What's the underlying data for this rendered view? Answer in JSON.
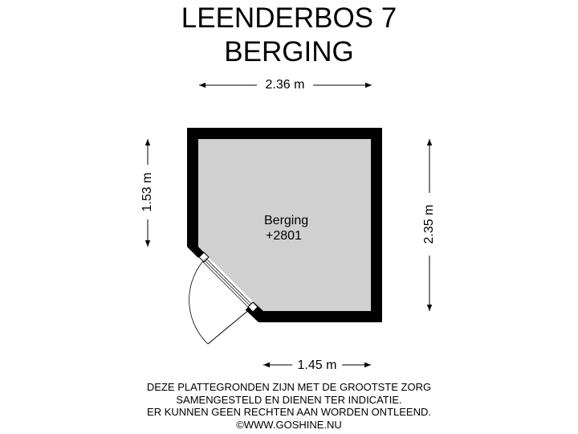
{
  "header": {
    "title_line1": "LEENDERBOS 7",
    "title_line2": "BERGING"
  },
  "dimensions": {
    "top_width": "2.36 m",
    "left_height": "1.53 m",
    "right_height": "2.35 m",
    "bottom_width": "1.45 m"
  },
  "room": {
    "name": "Berging",
    "level": "+2801",
    "fill_color": "#d0d0d0",
    "wall_color": "#000000"
  },
  "disclaimer": {
    "line1": "DEZE PLATTEGRONDEN ZIJN MET DE GROOTSTE ZORG",
    "line2": "SAMENGESTELD EN DIENEN TER INDICATIE.",
    "line3": "ER KUNNEN GEEN RECHTEN AAN WORDEN ONTLEEND.",
    "line4": "©WWW.GOSHINE.NU"
  }
}
